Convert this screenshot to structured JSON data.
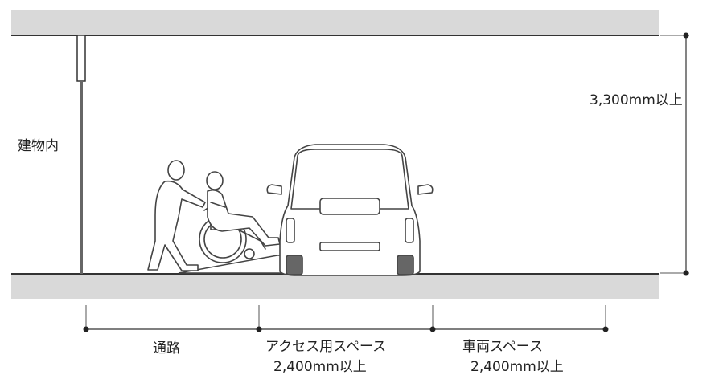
{
  "labels": {
    "interior": "建物内",
    "height": "3,300mm以上",
    "passage": "通路",
    "access_space": "アクセス用スペース",
    "access_width": "2,400mm以上",
    "vehicle_space": "車両スペース",
    "vehicle_width": "2,400mm以上"
  },
  "colors": {
    "slab_fill": "#d9d9d9",
    "line": "#333333",
    "figure_stroke": "#444444"
  }
}
